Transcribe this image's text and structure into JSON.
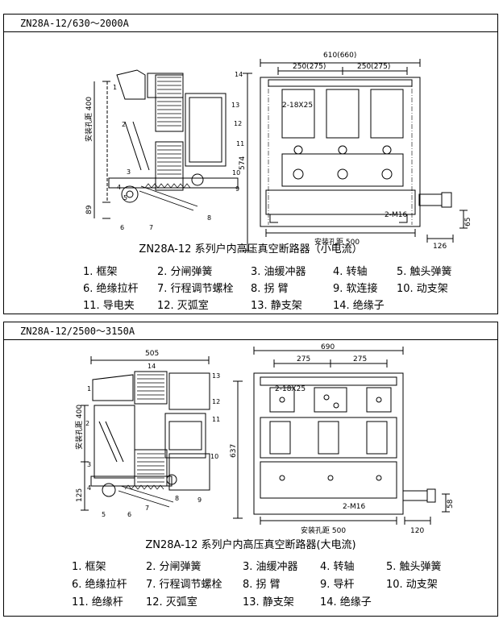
{
  "top": {
    "model": "ZN28A-12/630～2000A",
    "caption": "ZN28A-12 系列户内高压真空断路器（小电流）",
    "dims": {
      "overall_width": "610(660)",
      "span_left": "250(275)",
      "span_right": "250(275)",
      "height": "574",
      "mount_hole_vert": "安装孔距 400",
      "base_h": "89",
      "mount_hole_horiz": "安装孔距 500",
      "right_offset": "126",
      "right_h": "65",
      "holes": "2-18X25",
      "thread": "2-M16"
    },
    "labels": [
      "1",
      "2",
      "3",
      "4",
      "5",
      "6",
      "7",
      "8",
      "9",
      "10",
      "11",
      "12",
      "13",
      "14"
    ],
    "legend": [
      "1. 框架",
      "2. 分闸弹簧",
      "3. 油缓冲器",
      "4. 转轴",
      "5. 触头弹簧",
      "6. 绝缘拉杆",
      "7. 行程调节螺栓",
      "8. 拐 臂",
      "9. 软连接",
      "10. 动支架",
      "11. 导电夹",
      "12. 灭弧室",
      "13. 静支架",
      "14. 绝缘子"
    ]
  },
  "bottom": {
    "model": "ZN28A-12/2500～3150A",
    "caption": "ZN28A-12 系列户内高压真空断路器(大电流)",
    "dims": {
      "left_width": "505",
      "overall_width": "690",
      "span_left": "275",
      "span_right": "275",
      "height": "637",
      "mount_hole_vert": "安装孔距 400",
      "base_h": "125",
      "mount_hole_horiz": "安装孔距 500",
      "right_offset": "120",
      "right_h": "58",
      "holes": "2-18X25",
      "thread": "2-M16"
    },
    "labels": [
      "1",
      "2",
      "3",
      "4",
      "5",
      "6",
      "7",
      "8",
      "9",
      "10",
      "11",
      "12",
      "13",
      "14"
    ],
    "legend": [
      "1. 框架",
      "2. 分闸弹簧",
      "3. 油缓冲器",
      "4. 转轴",
      "5. 触头弹簧",
      "6. 绝缘拉杆",
      "7. 行程调节螺栓",
      "8. 拐 臂",
      "9. 导杆",
      "10. 动支架",
      "11. 绝缘杆",
      "12. 灭弧室",
      "13. 静支架",
      "14. 绝缘子"
    ]
  }
}
